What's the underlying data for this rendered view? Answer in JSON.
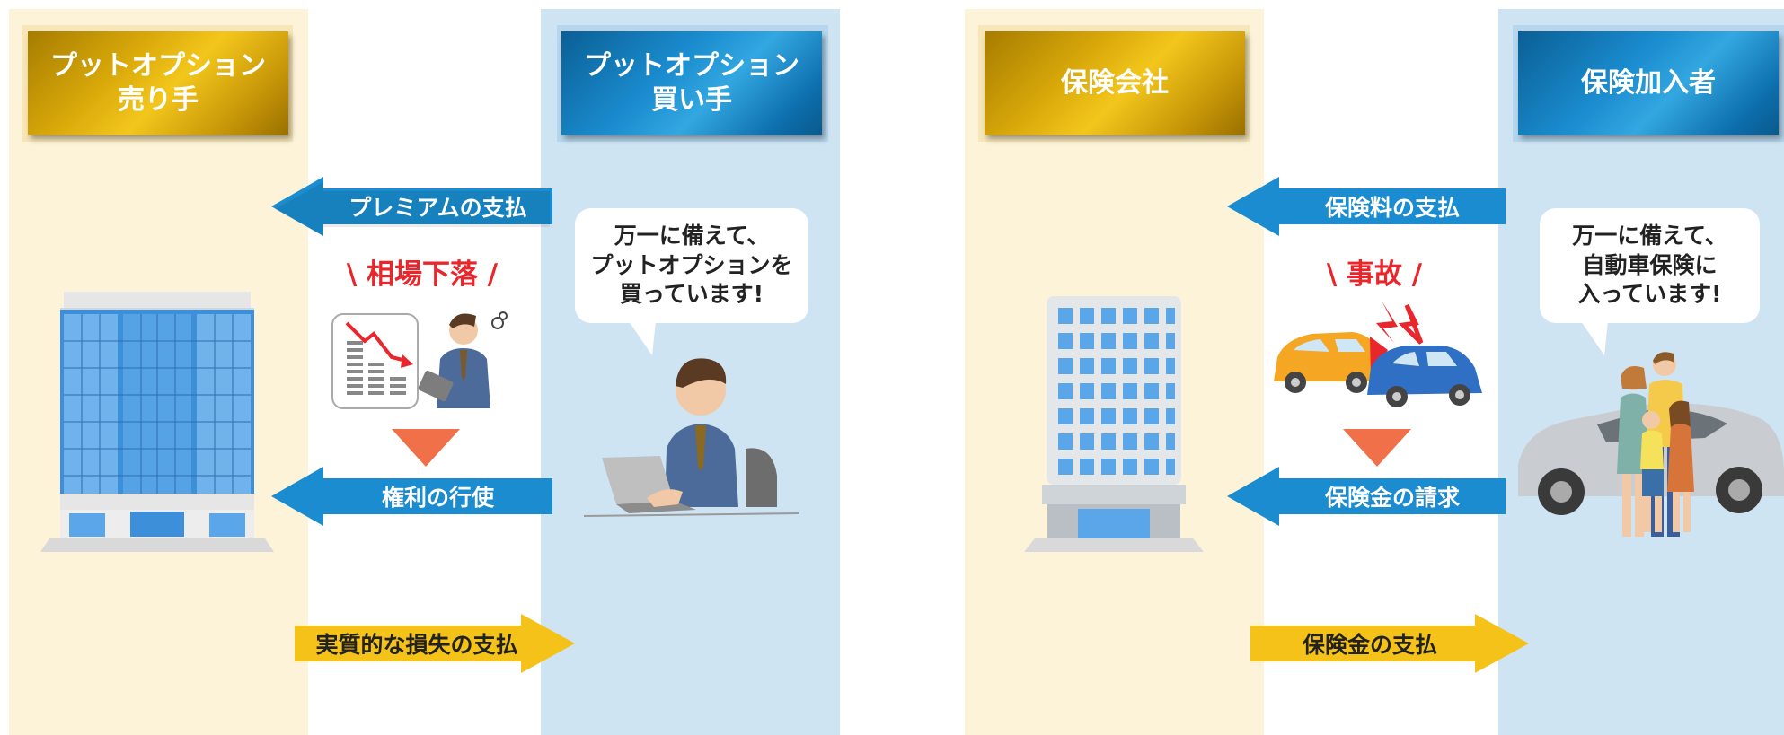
{
  "left": {
    "seller_header": "プットオプション\n売り手",
    "buyer_header": "プットオプション\n買い手",
    "arrow_premium": "プレミアムの支払",
    "event": "\\ 相場下落 /",
    "arrow_exercise": "権利の行使",
    "arrow_loss": "実質的な損失の支払",
    "bubble": "万一に備えて、\nプットオプションを\n買っています!"
  },
  "right": {
    "insurer_header": "保険会社",
    "insured_header": "保険加入者",
    "arrow_premium": "保険料の支払",
    "event": "\\ 事故 /",
    "arrow_claim": "保険金の請求",
    "arrow_payment": "保険金の支払",
    "bubble": "万一に備えて、\n自動車保険に\n入っています!"
  },
  "colors": {
    "cream": "#fdf3d8",
    "light_blue": "#cfe4f3",
    "arrow_blue": "#1a8ccf",
    "arrow_gold": "#f5c21a",
    "event_red": "#e8262b",
    "triangle": "#f0704a"
  },
  "icons": {
    "building_left": "glass-office-building-icon",
    "building_right": "office-tower-icon",
    "chart_man": "falling-stock-chart-businessman-icon",
    "laptop_man": "businessman-laptop-icon",
    "crash": "car-crash-icon",
    "family": "family-car-icon"
  }
}
